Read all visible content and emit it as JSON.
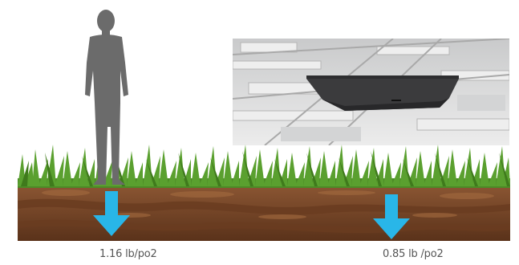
{
  "captions": {
    "left_pressure": "1.16 lb/po2",
    "right_pressure": "0.85 lb /po2"
  },
  "icons": {
    "person": "person-silhouette-icon",
    "device": "ceiling-device",
    "arrow": "down-arrow-icon"
  },
  "colors": {
    "arrow": "#29b6e8",
    "grass": "#5a9e2f",
    "soil": "#7a4a2a",
    "person": "#6b6b6b"
  }
}
